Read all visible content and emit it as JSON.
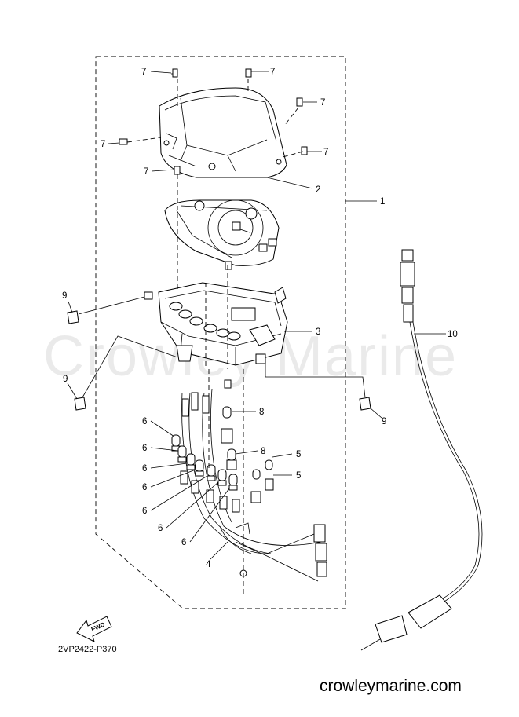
{
  "watermark": "Crowley Marine",
  "footer_url": "crowleymarine.com",
  "diagram_code": "2VP2422-P370",
  "fwd_label": "FWD",
  "callouts": {
    "c1": "1",
    "c2": "2",
    "c3": "3",
    "c4": "4",
    "c5a": "5",
    "c5b": "5",
    "c6a": "6",
    "c6b": "6",
    "c6c": "6",
    "c6d": "6",
    "c6e": "6",
    "c6f": "6",
    "c6g": "6",
    "c7a": "7",
    "c7b": "7",
    "c7c": "7",
    "c7d": "7",
    "c7e": "7",
    "c7f": "7",
    "c8a": "8",
    "c8b": "8",
    "c9a": "9",
    "c9b": "9",
    "c9c": "9",
    "c10": "10"
  }
}
